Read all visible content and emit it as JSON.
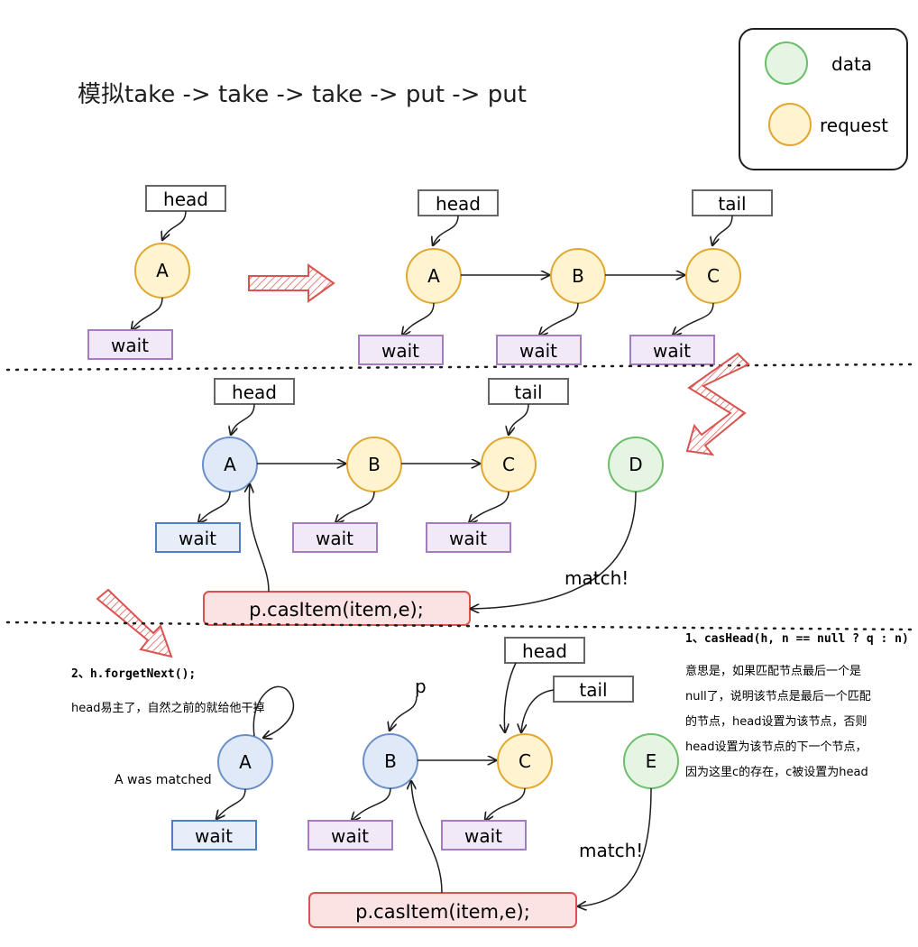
{
  "title": "模拟take -> take -> take -> put -> put",
  "legend": {
    "data": "data",
    "request": "request"
  },
  "colors": {
    "request_stroke": "#e0a830",
    "request_fill": "#fff3d0",
    "data_stroke": "#6cbf6a",
    "data_fill": "#e6f5e3",
    "matched_stroke": "#6a8fc9",
    "matched_fill": "#dfe9f8",
    "wait_stroke": "#a37cc2",
    "wait_fill": "#f1e8f8",
    "wait_blue_stroke": "#4f7fc2",
    "wait_blue_fill": "#e6eefa",
    "cas_stroke": "#d9534f",
    "cas_fill": "#fbe3e3",
    "arrow_red": "#d9534f",
    "pointer_stroke": "#666666"
  },
  "section1": {
    "left": {
      "head": "head",
      "node": "A",
      "wait": "wait"
    },
    "right": {
      "head": "head",
      "tail": "tail",
      "nodes": [
        "A",
        "B",
        "C"
      ],
      "wait": "wait"
    }
  },
  "section2": {
    "head": "head",
    "tail": "tail",
    "nodes": [
      "A",
      "B",
      "C"
    ],
    "data_node": "D",
    "wait": "wait",
    "match": "match!",
    "cas": "p.casItem(item,e);"
  },
  "section3": {
    "step2_label": "2、h.forgetNext();",
    "step2_desc": "head易主了，自然之前的就给他干掉",
    "a_matched": "A was matched",
    "old_node": "A",
    "wait": "wait",
    "p_label": "p",
    "head": "head",
    "tail": "tail",
    "nodes": [
      "B",
      "C"
    ],
    "data_node": "E",
    "match": "match!",
    "cas": "p.casItem(item,e);",
    "step1_label": "1、casHead(h, n == null ? q : n)",
    "step1_desc": [
      "意思是，如果匹配节点最后一个是",
      "null了，说明该节点是最后一个匹配",
      "的节点，head设置为该节点，否则",
      "head设置为该节点的下一个节点，",
      "因为这里c的存在，c被设置为head"
    ]
  }
}
